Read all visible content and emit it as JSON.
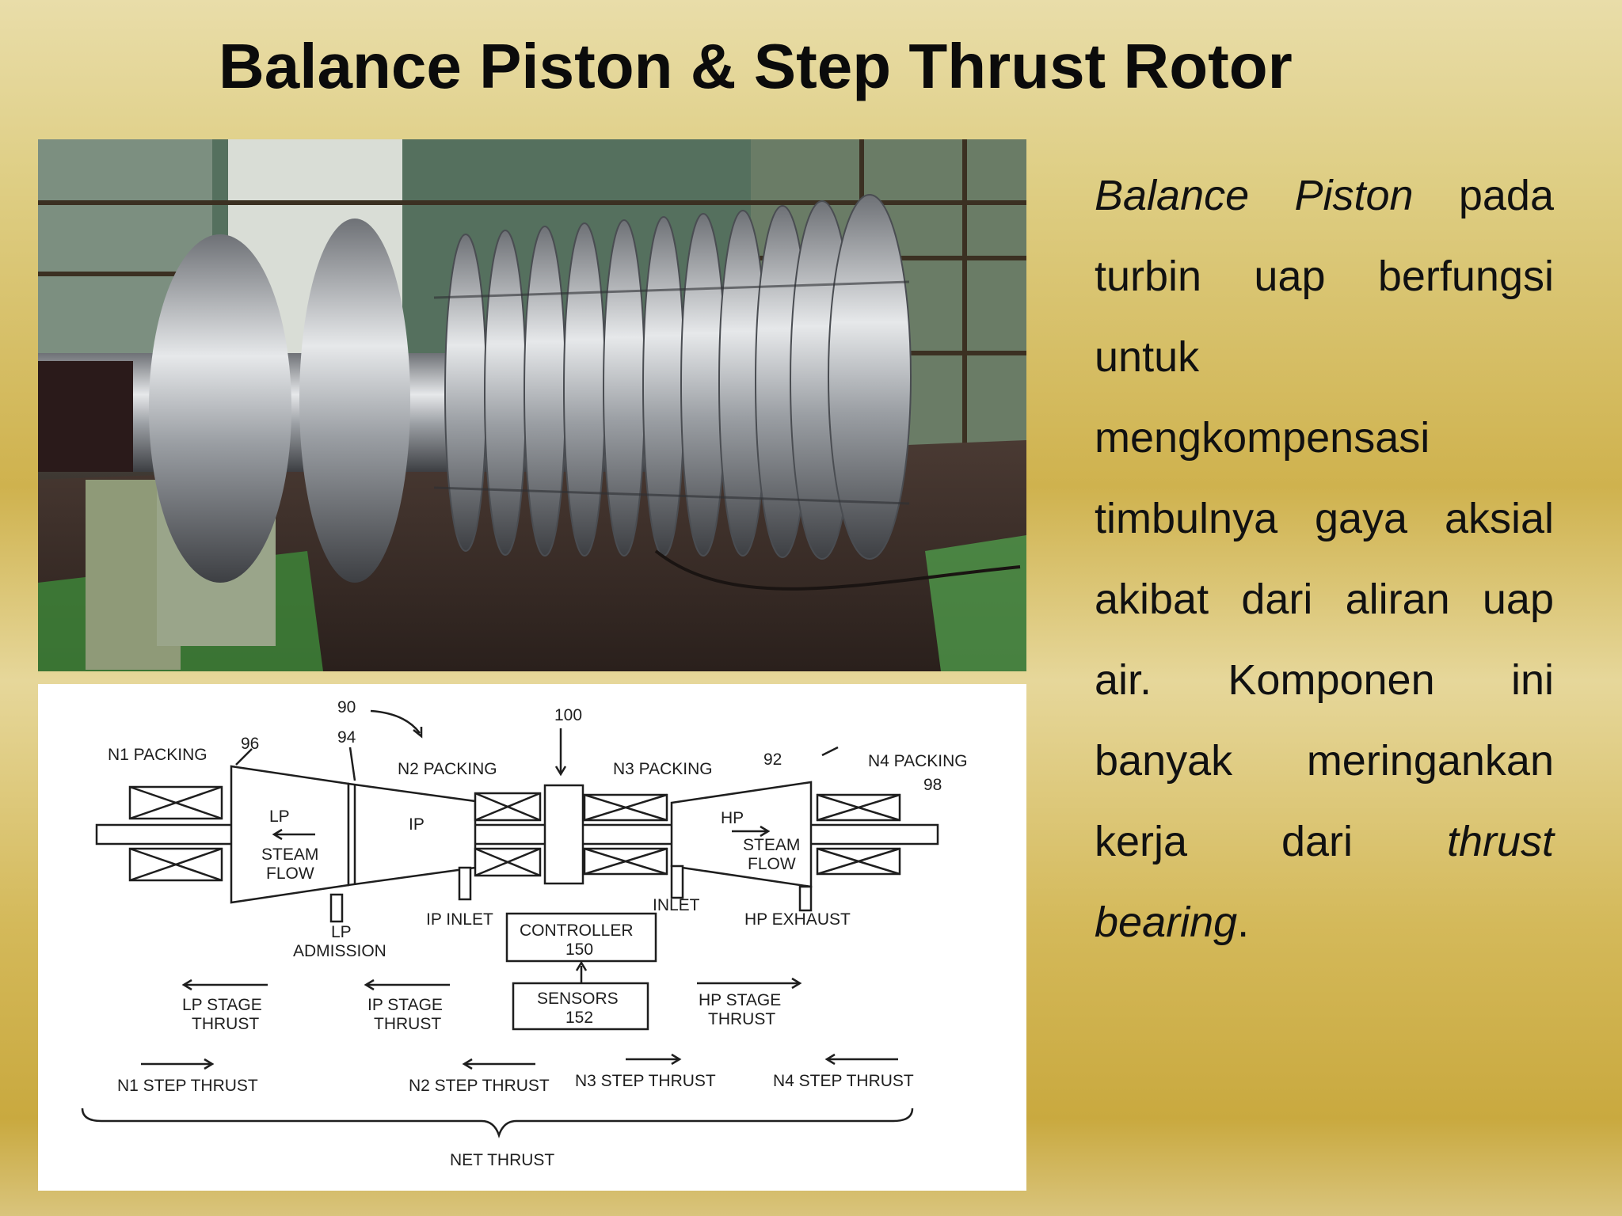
{
  "slide": {
    "title": "Balance Piston & Step Thrust Rotor"
  },
  "description": {
    "words": {
      "w1": "Balance",
      "w2": "Piston",
      "w3": "pada",
      "w4": "turbin",
      "w5": "uap",
      "w6": "berfungsi",
      "w7": "untuk",
      "w8": "mengkompensasi",
      "w9": "timbulnya",
      "w10": "gaya",
      "w11": "aksial",
      "w12": "akibat",
      "w13": "dari",
      "w14": "aliran",
      "w15": "uap",
      "w16": "air.",
      "w17": "Komponen",
      "w18": "ini",
      "w19": "banyak",
      "w20": "meringankan",
      "w21": "kerja",
      "w22": "dari",
      "w23": "thrust",
      "w24": "bearing",
      "w25": "."
    }
  },
  "diagram": {
    "labels": {
      "n1_packing": "N1 PACKING",
      "n2_packing": "N2 PACKING",
      "n3_packing": "N3 PACKING",
      "n4_packing": "N4 PACKING",
      "ref_90": "90",
      "ref_92": "92",
      "ref_94": "94",
      "ref_96": "96",
      "ref_98": "98",
      "ref_100": "100",
      "lp": "LP",
      "ip": "IP",
      "hp": "HP",
      "steam": "STEAM",
      "flow": "FLOW",
      "lp_admission_1": "LP",
      "lp_admission_2": "ADMISSION",
      "ip_inlet": "IP INLET",
      "inlet": "INLET",
      "hp_exhaust": "HP EXHAUST",
      "controller": "CONTROLLER",
      "controller_num": "150",
      "sensors": "SENSORS",
      "sensors_num": "152",
      "lp_stage_1": "LP STAGE",
      "ip_stage_1": "IP STAGE",
      "hp_stage_1": "HP STAGE",
      "thrust": "THRUST",
      "n1_step": "N1 STEP THRUST",
      "n2_step": "N2 STEP THRUST",
      "n3_step": "N3 STEP THRUST",
      "n4_step": "N4 STEP THRUST",
      "net_thrust": "NET THRUST"
    }
  },
  "colors": {
    "title": "#0b0b0b",
    "text": "#111111",
    "diagram_line": "#1e1e1e",
    "rotor_steel": "#b9bcc0"
  }
}
